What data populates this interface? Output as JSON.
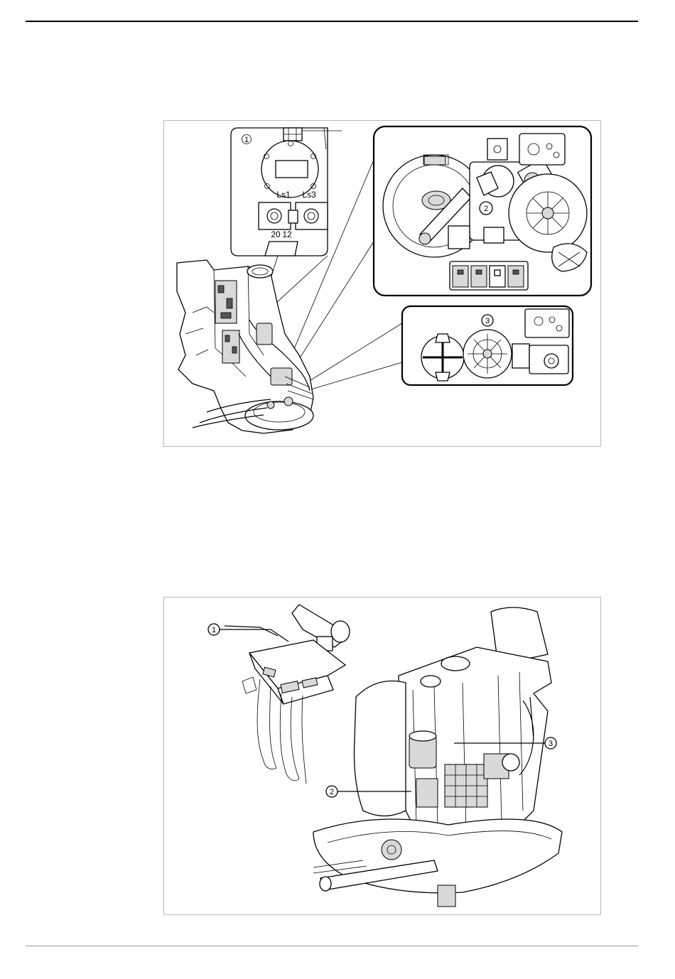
{
  "figure_top": {
    "callouts": [
      {
        "number": "1"
      },
      {
        "number": "2"
      },
      {
        "number": "3"
      }
    ],
    "detail_1": {
      "socket_left_label": "Ls1",
      "socket_right_label": "Ls3",
      "terminal_left_label": "20",
      "terminal_right_label": "12"
    }
  },
  "figure_bottom": {
    "callouts": [
      {
        "number": "1"
      },
      {
        "number": "2"
      },
      {
        "number": "3"
      }
    ]
  },
  "colors": {
    "line": "#000000",
    "frame_border": "#b9b9b9",
    "bottom_rule": "#9a9a9a"
  }
}
